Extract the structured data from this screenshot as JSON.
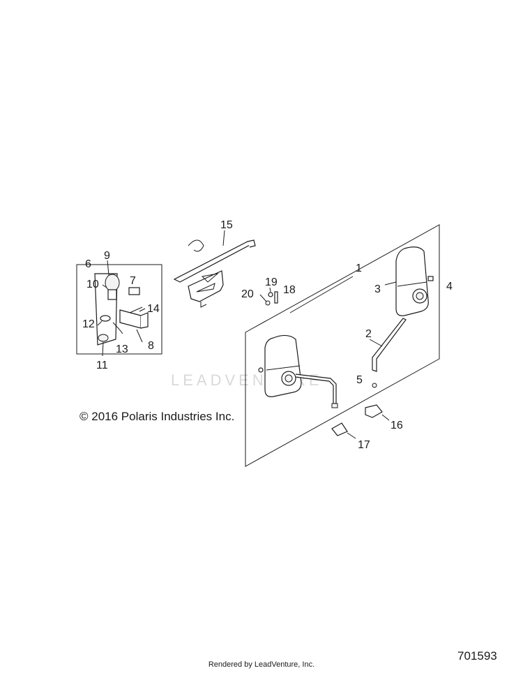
{
  "copyright": "© 2016 Polaris Industries Inc.",
  "diagram_id": "701593",
  "render_credit": "Rendered by LeadVenture, Inc.",
  "watermark": "LEADVENTURE",
  "callouts": {
    "c1": "1",
    "c2": "2",
    "c3": "3",
    "c4": "4",
    "c5": "5",
    "c6": "6",
    "c7": "7",
    "c8": "8",
    "c9": "9",
    "c10": "10",
    "c11": "11",
    "c12": "12",
    "c13": "13",
    "c14": "14",
    "c15": "15",
    "c16": "16",
    "c17": "17",
    "c18": "18",
    "c19": "19",
    "c20": "20"
  }
}
